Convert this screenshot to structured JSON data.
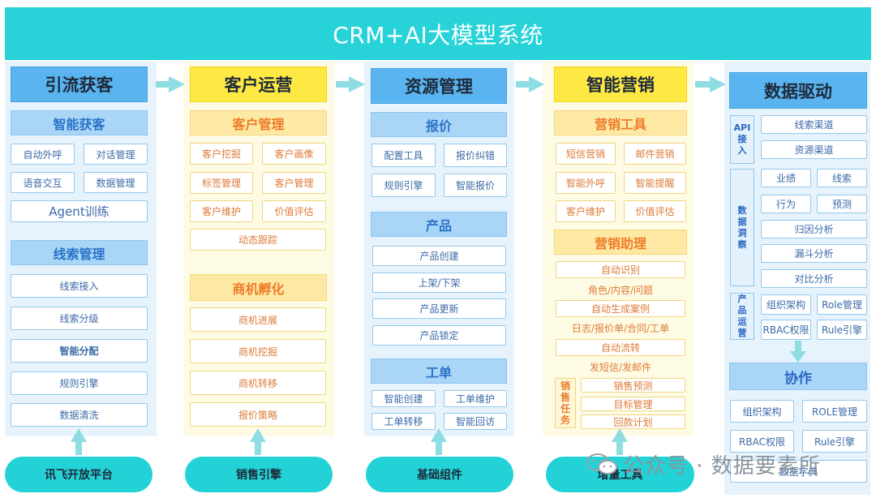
{
  "title": "CRM+AI大模型系统",
  "columns": [
    {
      "header": "引流获客",
      "sections": [
        {
          "title": "智能获客",
          "items": [
            "自动外呼",
            "对话管理",
            "语音交互",
            "数据管理",
            "Agent训练"
          ]
        },
        {
          "title": "线索管理",
          "items": [
            "线索接入",
            "线索分级",
            "智能分配",
            "规则引擎",
            "数据清洗"
          ]
        }
      ],
      "footer": "讯飞开放平台"
    },
    {
      "header": "客户运营",
      "sections": [
        {
          "title": "客户管理",
          "items": [
            "客户挖掘",
            "客户画像",
            "标签管理",
            "客户管理",
            "客户维护",
            "价值评估",
            "动态跟踪"
          ]
        },
        {
          "title": "商机孵化",
          "items": [
            "商机进展",
            "商机挖掘",
            "商机转移",
            "报价策略"
          ]
        }
      ],
      "footer": "销售引擎"
    },
    {
      "header": "资源管理",
      "sections": [
        {
          "title": "报价",
          "items": [
            "配置工具",
            "报价纠错",
            "规则引擎",
            "智能报价"
          ]
        },
        {
          "title": "产品",
          "items": [
            "产品创建",
            "上架/下架",
            "产品更新",
            "产品锁定"
          ]
        },
        {
          "title": "工单",
          "items": [
            "智能创建",
            "工单维护",
            "工单转移",
            "智能回访"
          ]
        }
      ],
      "footer": "基础组件"
    },
    {
      "header": "智能营销",
      "sections": [
        {
          "title": "营销工具",
          "items": [
            "短信营销",
            "邮件营销",
            "智能外呼",
            "智能提醒",
            "客户维护",
            "价值评估"
          ]
        },
        {
          "title": "营销助理",
          "items": [
            "自动识别",
            "角色/内容/问题",
            "自动生成案例",
            "日志/报价单/合同/工单",
            "自动流转",
            "发短信/发邮件"
          ]
        },
        {
          "title": "销售任务",
          "items": [
            "销售预测",
            "目标管理",
            "回款计划"
          ]
        }
      ],
      "footer": "增量工具"
    },
    {
      "header": "数据驱动",
      "groups": [
        {
          "title": "API接入",
          "items": [
            "线索渠道",
            "资源渠道"
          ]
        },
        {
          "title": "数据洞察",
          "items": [
            "业绩",
            "线索",
            "行为",
            "预测",
            "归因分析",
            "漏斗分析",
            "对比分析"
          ]
        },
        {
          "title": "产品运营",
          "items": [
            "组织架构",
            "Role管理",
            "RBAC权限",
            "Rule引擎"
          ]
        }
      ],
      "collab": {
        "title": "协作",
        "items": [
          "组织架构",
          "ROLE管理",
          "RBAC权限",
          "Rule引擎",
          "数据字典"
        ]
      }
    }
  ],
  "watermark": "公众号 · 数据要素所",
  "colors": {
    "banner": "#27d3d9",
    "blue_header": "#59b4ef",
    "yellow_header": "#fee944",
    "pill": "#22d2d6",
    "arrow": "#8ddde3"
  }
}
